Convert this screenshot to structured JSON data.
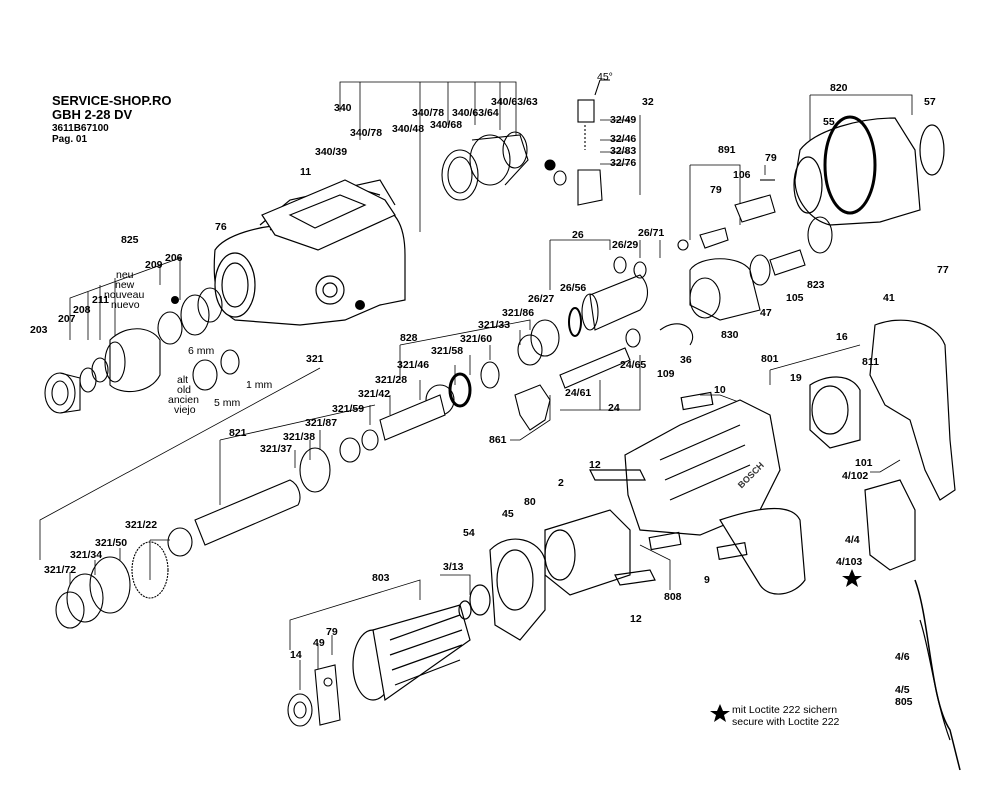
{
  "header": {
    "shop": "SERVICE-SHOP.RO",
    "model": "GBH 2-28 DV",
    "part_number": "3611B67100",
    "page": "Pag. 01"
  },
  "angle_label": "45°",
  "labels": {
    "l340": "340",
    "l340_39": "340/39",
    "l340_78a": "340/78",
    "l340_78b": "340/78",
    "l340_48": "340/48",
    "l340_68": "340/68",
    "l340_63_64": "340/63/64",
    "l340_63_63": "340/63/63",
    "l11": "11",
    "l76": "76",
    "l825": "825",
    "l209": "209",
    "l206": "206",
    "l203": "203",
    "l207": "207",
    "l208": "208",
    "l211": "211",
    "l32": "32",
    "l32_49": "32/49",
    "l32_46": "32/46",
    "l32_83": "32/83",
    "l32_76": "32/76",
    "l26": "26",
    "l26_29": "26/29",
    "l26_71": "26/71",
    "l26_56": "26/56",
    "l26_27": "26/27",
    "l891": "891",
    "l79a": "79",
    "l79b": "79",
    "l106": "106",
    "l820": "820",
    "l55": "55",
    "l57": "57",
    "l828": "828",
    "l321_86": "321/86",
    "l321_33": "321/33",
    "l321_60": "321/60",
    "l321_58": "321/58",
    "l321_46": "321/46",
    "l321_28": "321/28",
    "l321_42": "321/42",
    "l321_59": "321/59",
    "l321_87": "321/87",
    "l321_38": "321/38",
    "l321_37": "321/37",
    "l321": "321",
    "l821": "821",
    "l321_22": "321/22",
    "l321_50": "321/50",
    "l321_34": "321/34",
    "l321_72": "321/72",
    "l24_65": "24/65",
    "l24_61": "24/61",
    "l24": "24",
    "l36": "36",
    "l109": "109",
    "l861": "861",
    "l830": "830",
    "l47": "47",
    "l105": "105",
    "l823": "823",
    "l77": "77",
    "l41": "41",
    "l16": "16",
    "l811": "811",
    "l801": "801",
    "l19": "19",
    "l10": "10",
    "l101": "101",
    "l4_102": "4/102",
    "l4_4": "4/4",
    "l4_103": "4/103",
    "l4_6": "4/6",
    "l4_5": "4/5",
    "l805": "805",
    "l12a": "12",
    "l12b": "12",
    "l2": "2",
    "l80": "80",
    "l45": "45",
    "l54": "54",
    "l3_13": "3/13",
    "l803": "803",
    "l808": "808",
    "l9": "9",
    "l14": "14",
    "l49": "49",
    "l79c": "79"
  },
  "variant_new": [
    "neu",
    "new",
    "nouveau",
    "nuevo"
  ],
  "variant_old": [
    "alt",
    "old",
    "ancien",
    "viejo"
  ],
  "dim_6mm": "6 mm",
  "dim_5mm": "5 mm",
  "dim_1mm": "1 mm",
  "footnote": {
    "line1": "mit Loctite 222 sichern",
    "line2": "secure with Loctite 222"
  },
  "brand_mark": "BOSCH"
}
